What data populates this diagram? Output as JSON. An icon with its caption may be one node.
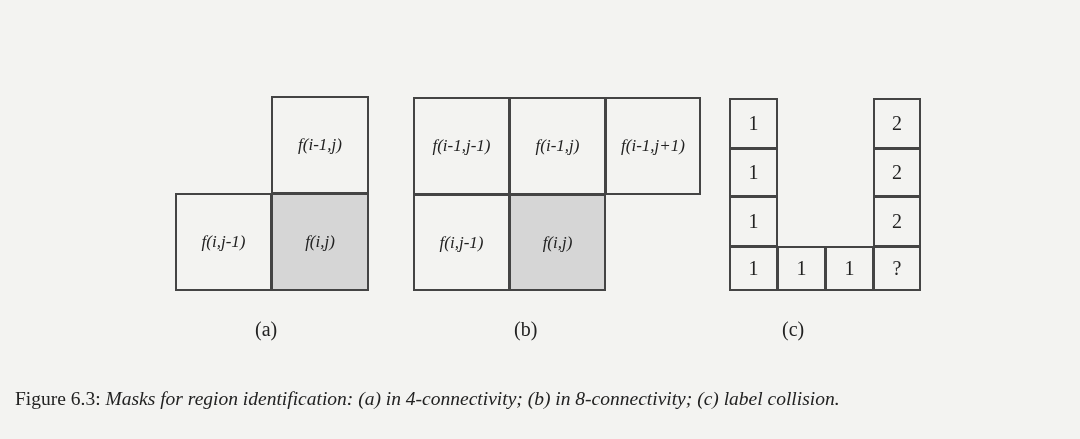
{
  "diagram": {
    "caption": "Figure 6.3: *Masks for region identification: (a) in 4-connectivity; (b) in 8-connectivity; (c) label collision.*",
    "nodes": [
      {
        "text": [
          "f(i-1,j)"
        ]
      },
      {
        "text": [
          "f(i,j-1)"
        ]
      },
      {
        "text": [
          "f(i,j)"
        ]
      },
      {
        "text": [
          "f(i-1,j-1)"
        ]
      },
      {
        "text": [
          "f(i-1,j)"
        ]
      },
      {
        "text": [
          "f(i-1,j+1)"
        ]
      },
      {
        "text": [
          "f(i,j-1)"
        ]
      },
      {
        "text": [
          "f(i,j)"
        ]
      },
      {
        "text": [
          "1"
        ]
      },
      {
        "text": [
          "2"
        ]
      },
      {
        "text": [
          "1"
        ]
      },
      {
        "text": [
          "2"
        ]
      },
      {
        "text": [
          "1"
        ]
      },
      {
        "text": [
          "2"
        ]
      },
      {
        "text": [
          "1"
        ]
      },
      {
        "text": [
          "1"
        ]
      },
      {
        "text": [
          "1"
        ]
      },
      {
        "text": [
          "?"
        ]
      }
    ],
    "edges": [],
    "labels": [
      "(a)",
      "(b)",
      "(c)"
    ]
  }
}
